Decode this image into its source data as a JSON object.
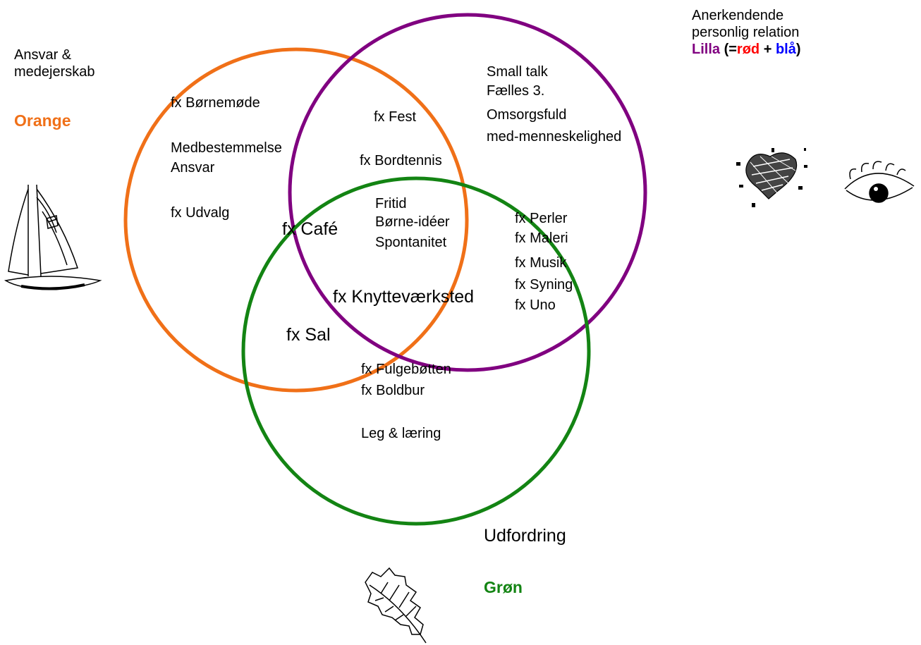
{
  "colors": {
    "orange": "#f07018",
    "purple": "#800080",
    "green": "#138413",
    "red": "#ff0000",
    "blue": "#0000ff"
  },
  "circles": {
    "orange": {
      "label_lines": [
        "Ansvar &",
        "medejerskab"
      ],
      "color_name": "Orange",
      "icon": "sailboat-icon",
      "items": [
        "fx Børnemøde",
        "Medbestemmelse",
        "Ansvar",
        "fx Udvalg"
      ]
    },
    "purple": {
      "label_lines": [
        "Anerkendende",
        "personlig relation"
      ],
      "color_name": "Lilla",
      "color_formula": {
        "open": "(=",
        "red": "rød",
        "plus": " + ",
        "blue": "blå",
        "close": ")"
      },
      "icons": [
        "heart-icon",
        "eye-icon"
      ],
      "items": [
        "Small talk",
        "Fælles 3.",
        "Omsorgsfuld",
        "med-menneskelighed"
      ]
    },
    "green": {
      "label": "Udfordring",
      "color_name": "Grøn",
      "icon": "leaf-icon",
      "items": [
        "fx Fulgebøtten",
        "fx Boldbur",
        "Leg & læring"
      ]
    }
  },
  "intersections": {
    "orange_purple": [
      "fx Fest",
      "fx Bordtennis"
    ],
    "center": [
      "Fritid",
      "Børne-idéer",
      "Spontanitet"
    ],
    "orange_green": [
      "fx Café",
      "fx Sal"
    ],
    "all_three": "fx Knytteværksted",
    "purple_green": [
      "fx Perler",
      "fx Maleri",
      "fx Musik",
      "fx Syning",
      "fx Uno"
    ]
  }
}
